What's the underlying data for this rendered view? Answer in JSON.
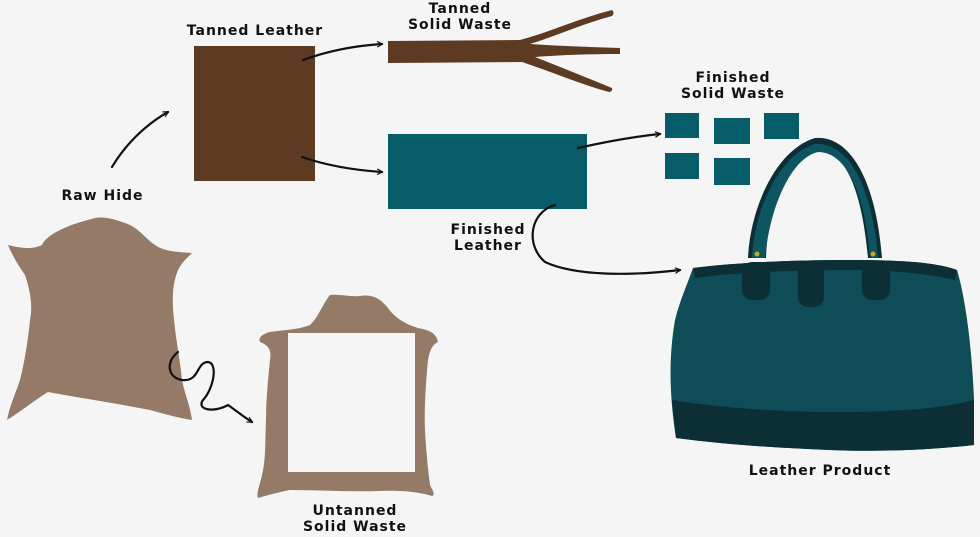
{
  "labels": {
    "raw_hide": "Raw Hide",
    "tanned_leather": "Tanned Leather",
    "tanned_solid_waste": [
      "Tanned",
      "Solid Waste"
    ],
    "finished_solid_waste": [
      "Finished",
      "Solid Waste"
    ],
    "finished_leather": [
      "Finished",
      "Leather"
    ],
    "untanned_solid_waste": [
      "Untanned",
      "Solid Waste"
    ],
    "leather_product": "Leather Product"
  },
  "colors": {
    "hide": "#957a68",
    "tanned": "#5d3a22",
    "finished": "#075c6a",
    "bag_body": "#0e4c58",
    "bag_dark": "#0b2f35",
    "arrow": "#111111",
    "background": "#f5f5f5"
  }
}
